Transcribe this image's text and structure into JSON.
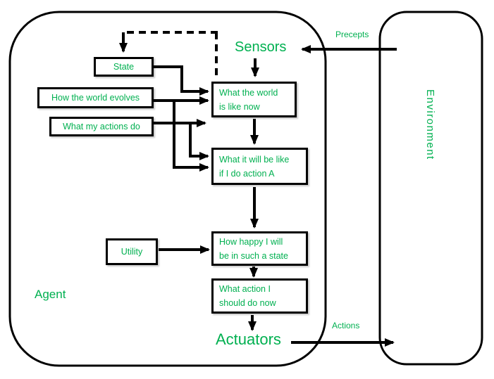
{
  "diagram": {
    "agent": {
      "label": "Agent",
      "sensors": "Sensors",
      "actuators": "Actuators",
      "state": "State",
      "evolves": "How the world evolves",
      "actions_do": "What my actions do",
      "world_now": {
        "line1": "What the world",
        "line2": "is like now"
      },
      "will_be": {
        "line1": "What it will be like",
        "line2": "if I do action A"
      },
      "utility": "Utility",
      "happy": {
        "line1": "How happy I will",
        "line2": "be in such a state"
      },
      "action_now": {
        "line1": "What action I",
        "line2": "should do now"
      }
    },
    "environment": {
      "label": "Environment"
    },
    "flows": {
      "precepts": "Precepts",
      "actions": "Actions"
    },
    "colors": {
      "text": "#00B050",
      "lines": "#000000",
      "background": "#FFFFFF"
    }
  }
}
